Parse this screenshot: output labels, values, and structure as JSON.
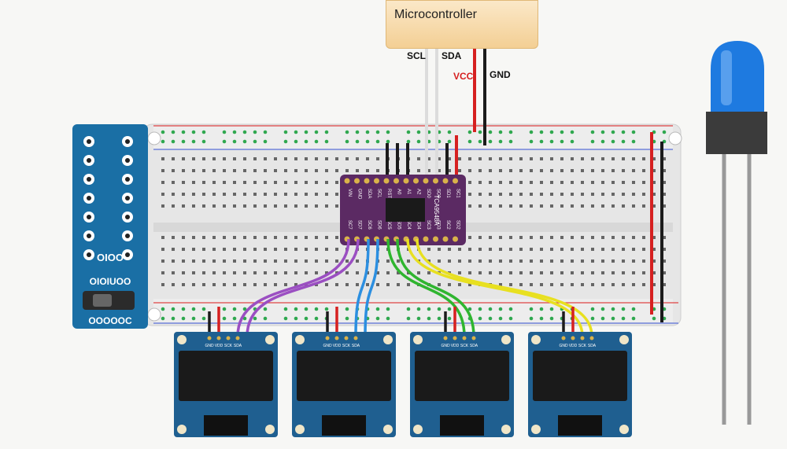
{
  "microcontroller": {
    "title": "Microcontroller"
  },
  "wire_labels": {
    "scl": "SCL",
    "sda": "SDA",
    "vcc": "VCC",
    "gnd": "GND"
  },
  "power_module": {
    "line1": "OIOO",
    "line2": "OIOIUOO",
    "line3": "OOOOOC"
  },
  "multiplexer": {
    "name": "TCA9548A",
    "top_pins": [
      "VIN",
      "GND",
      "SDA",
      "SCL",
      "RST",
      "A0",
      "A1",
      "A2",
      "SD0",
      "SC0",
      "SD1",
      "SC1"
    ],
    "bottom_pins": [
      "SC7",
      "SD7",
      "SC6",
      "SD6",
      "SC5",
      "SD5",
      "SC4",
      "SD4",
      "SC3",
      "SD3",
      "SC2",
      "SD2"
    ]
  },
  "oled_pins": [
    "GND",
    "VDD",
    "SCK",
    "SDA"
  ],
  "colors": {
    "breadboard": "#e9e9e9",
    "power_module": "#1a6fa5",
    "mux_board": "#5b2a63",
    "oled_pcb": "#1f5f90",
    "led": "#1e7ae0",
    "purple_wire": "#9b4fc2",
    "blue_wire": "#2c8fe0",
    "green_wire": "#2fb52f",
    "yellow_wire": "#e8e020",
    "red_wire": "#d62020",
    "black_wire": "#1b1b1b"
  }
}
